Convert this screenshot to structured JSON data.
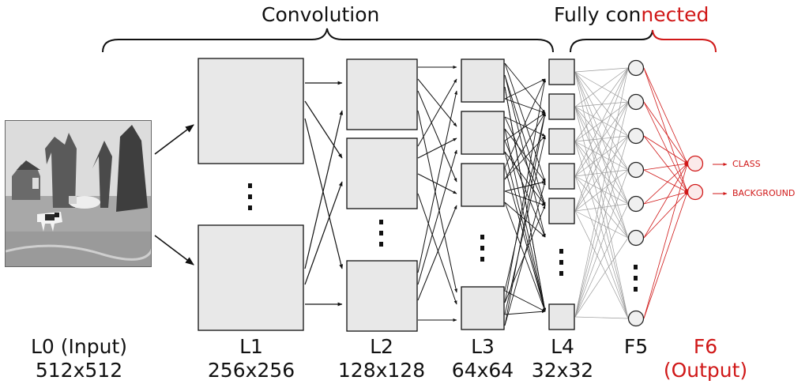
{
  "header": {
    "convolution": "Convolution",
    "fully_connected_black": "Fully con",
    "fully_connected_red": "nected"
  },
  "layers": [
    {
      "name": "L0 (Input)",
      "size": "512x512"
    },
    {
      "name": "L1",
      "size": "256x256"
    },
    {
      "name": "L2",
      "size": "128x128"
    },
    {
      "name": "L3",
      "size": "64x64"
    },
    {
      "name": "L4",
      "size": "32x32"
    },
    {
      "name": "F5",
      "size": ""
    },
    {
      "name": "F6",
      "size": "(Output)"
    }
  ],
  "outputs": [
    "CLASS",
    "BACKGROUND"
  ],
  "colors": {
    "output": "#d01818",
    "box_fill": "#e8e8e8",
    "stroke": "#111111"
  }
}
